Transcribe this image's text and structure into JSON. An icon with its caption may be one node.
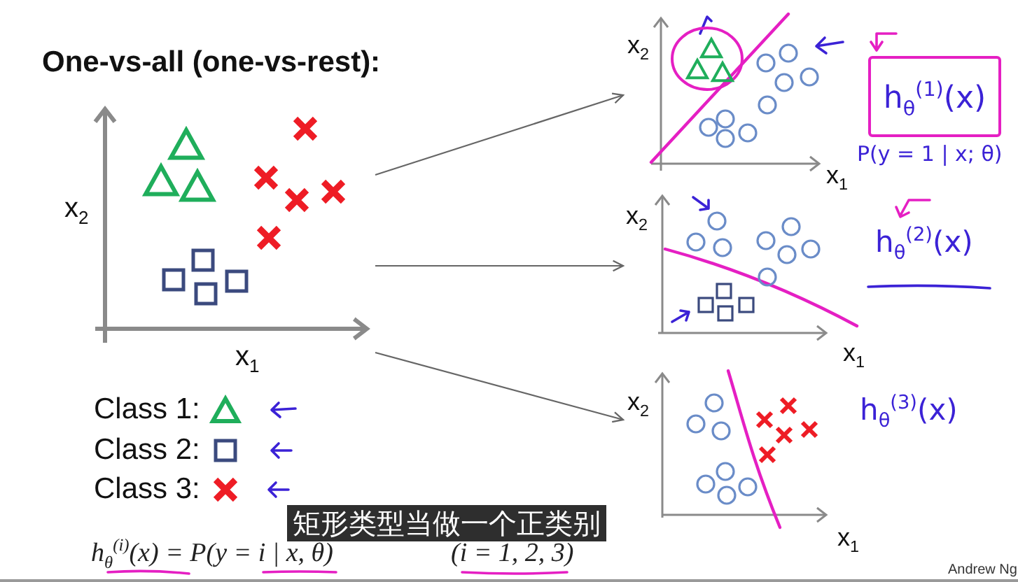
{
  "diagram": {
    "title": "One-vs-all (one-vs-rest):",
    "nodes": [
      {
        "text": [],
        "shape": "picture",
        "beside": [
          "x$_{2}$",
          "x$_{1}$"
        ]
      },
      {
        "text": [],
        "shape": "picture",
        "beside": [
          "x$_{2}$",
          "x$_{1}$"
        ]
      },
      {
        "text": [
          "h$_{θ}$$^{(1)}$(x)"
        ]
      },
      {
        "text": [],
        "shape": "picture",
        "beside": [
          "x$_{2}$",
          "x$_{1}$"
        ]
      },
      {
        "text": [],
        "shape": "picture",
        "beside": [
          "x$_{2}$",
          "x$_{1}$"
        ]
      }
    ],
    "edges": [
      {
        "from": 0,
        "to": 1,
        "arrow": "to"
      },
      {
        "from": 0,
        "to": 3,
        "arrow": "to"
      },
      {
        "from": 0,
        "to": 4,
        "arrow": "to"
      }
    ],
    "labels": [
      "P(y = 1 | x; θ)",
      "h$_{θ}$$^{(2)}$(x)",
      "h$_{θ}$$^{(3)}$(x)",
      "矩形类型当做一个正类别",
      "h$_{θ}$$^{(i)}$(x) = P(y = i | x, θ)",
      "(i = 1, 2, 3)",
      "Andrew Ng"
    ],
    "legend": [
      {
        "text": "Class 1:"
      },
      {
        "text": "Class 2:"
      },
      {
        "text": "Class 3:"
      }
    ]
  }
}
